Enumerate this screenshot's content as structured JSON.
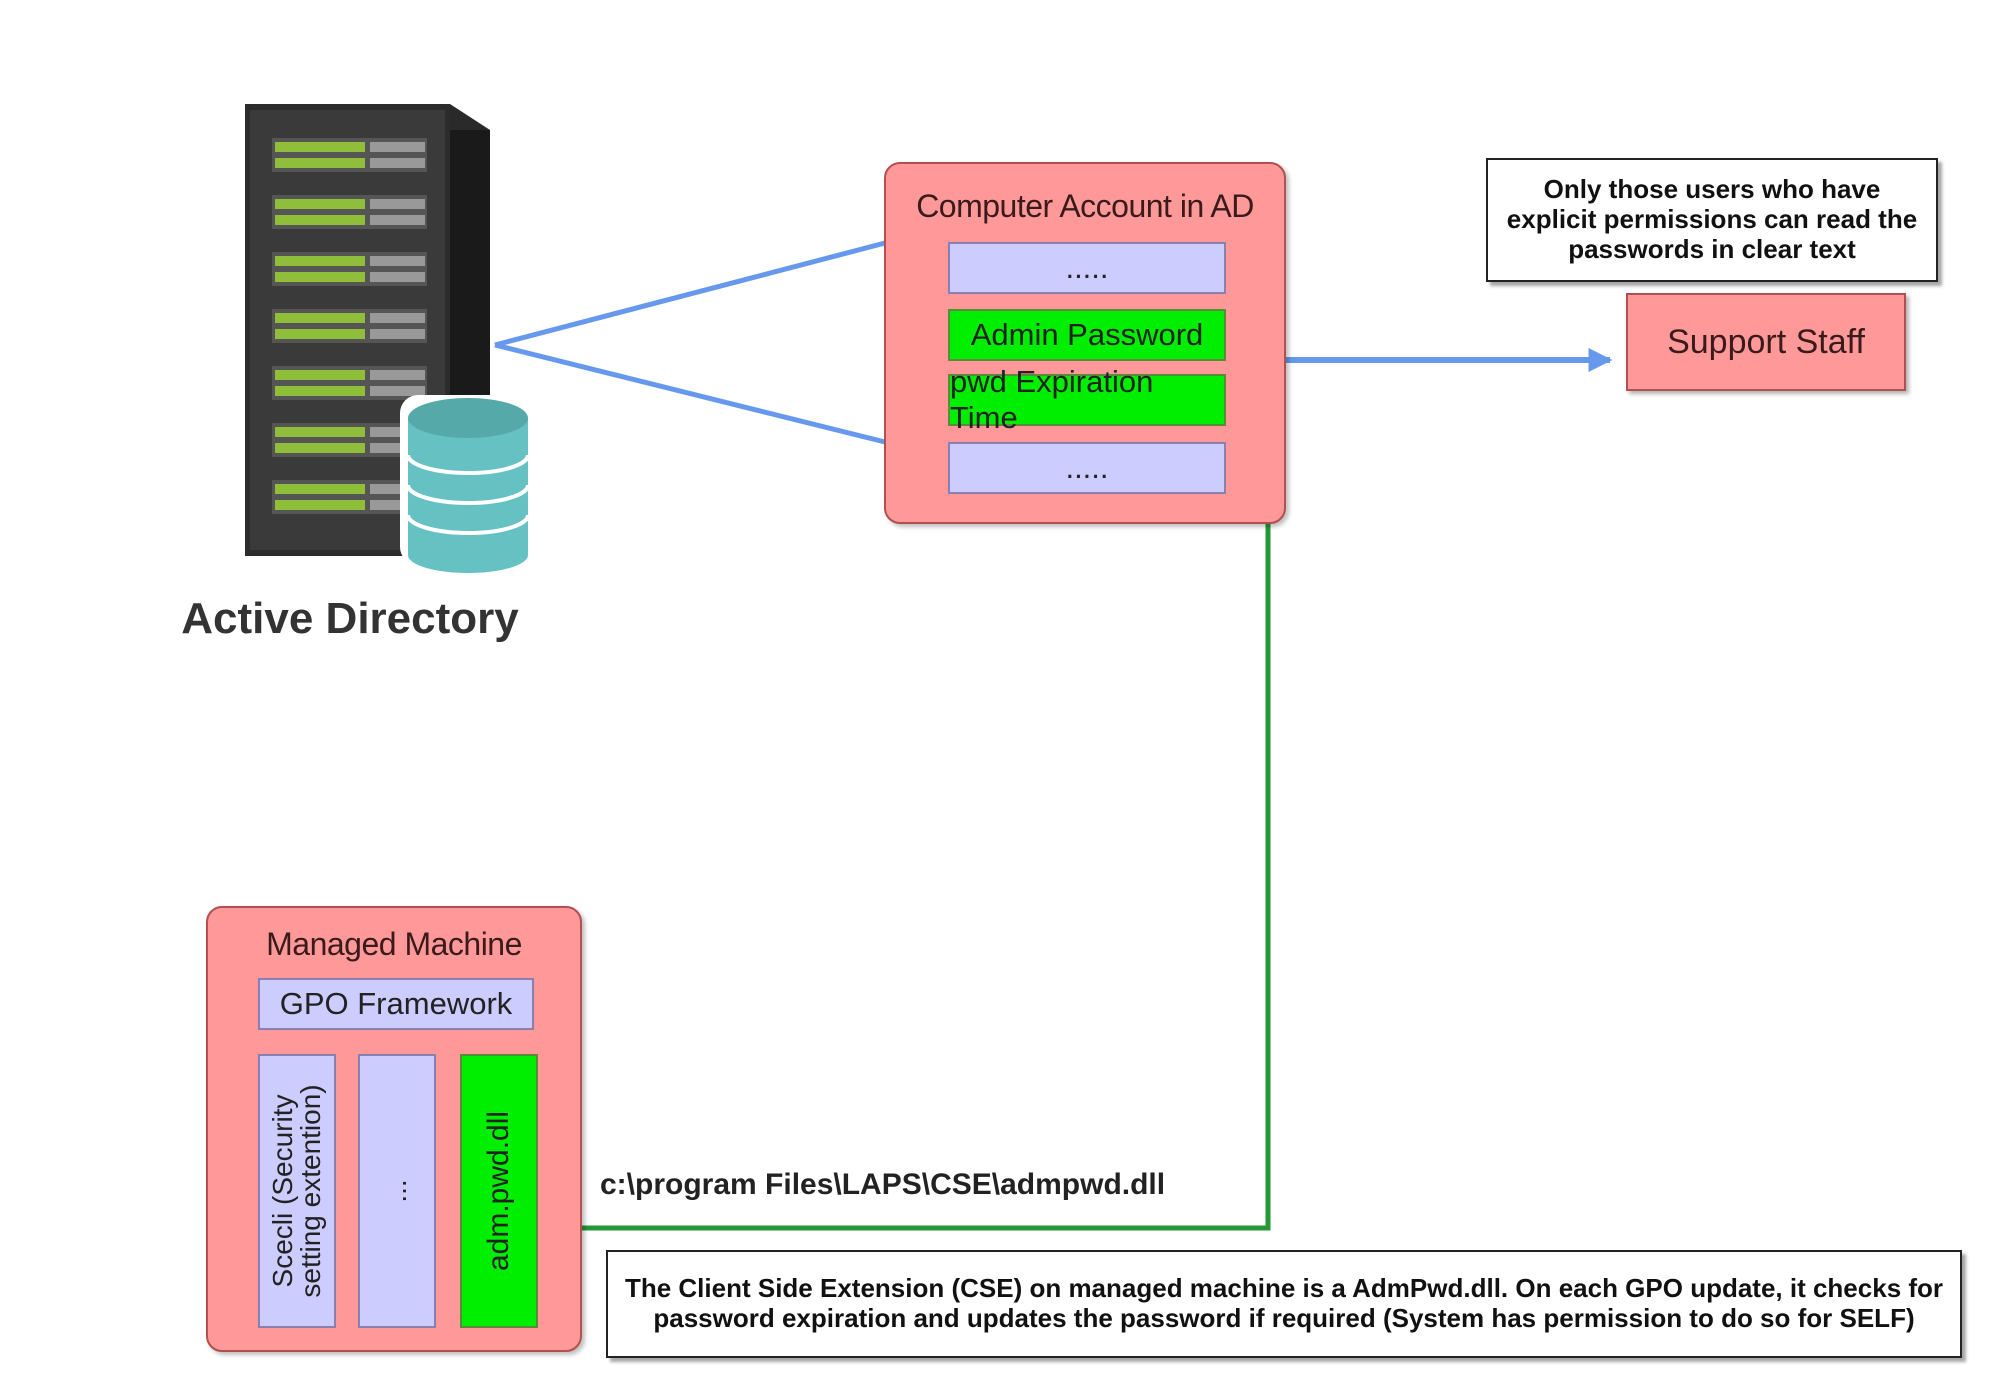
{
  "active_directory": {
    "label": "Active Directory",
    "icon": "server-database-icon"
  },
  "computer_account": {
    "title": "Computer Account in AD",
    "fields": [
      ".....",
      "Admin Password",
      "pwd Expiration Time",
      "....."
    ]
  },
  "support_staff": {
    "label": "Support Staff"
  },
  "permission_note": {
    "text": "Only those users who have explicit permissions can read the passwords in clear text"
  },
  "managed_machine": {
    "title": "Managed Machine",
    "gpo_framework": "GPO Framework",
    "extensions": [
      "Scecli (Security setting extention)",
      "...",
      "adm.pwd.dll"
    ]
  },
  "cse_path": "c:\\program Files\\LAPS\\CSE\\admpwd.dll",
  "cse_note": {
    "text": "The Client Side Extension (CSE) on managed machine is a AdmPwd.dll. On each GPO update, it checks for password expiration and updates the password if required (System has permission to do so for SELF)"
  },
  "colors": {
    "box_fill": "#ff9999",
    "field_fill": "#ccccff",
    "highlight_fill": "#00ee00",
    "ad_link": "#6699ee",
    "cse_link": "#229933"
  }
}
